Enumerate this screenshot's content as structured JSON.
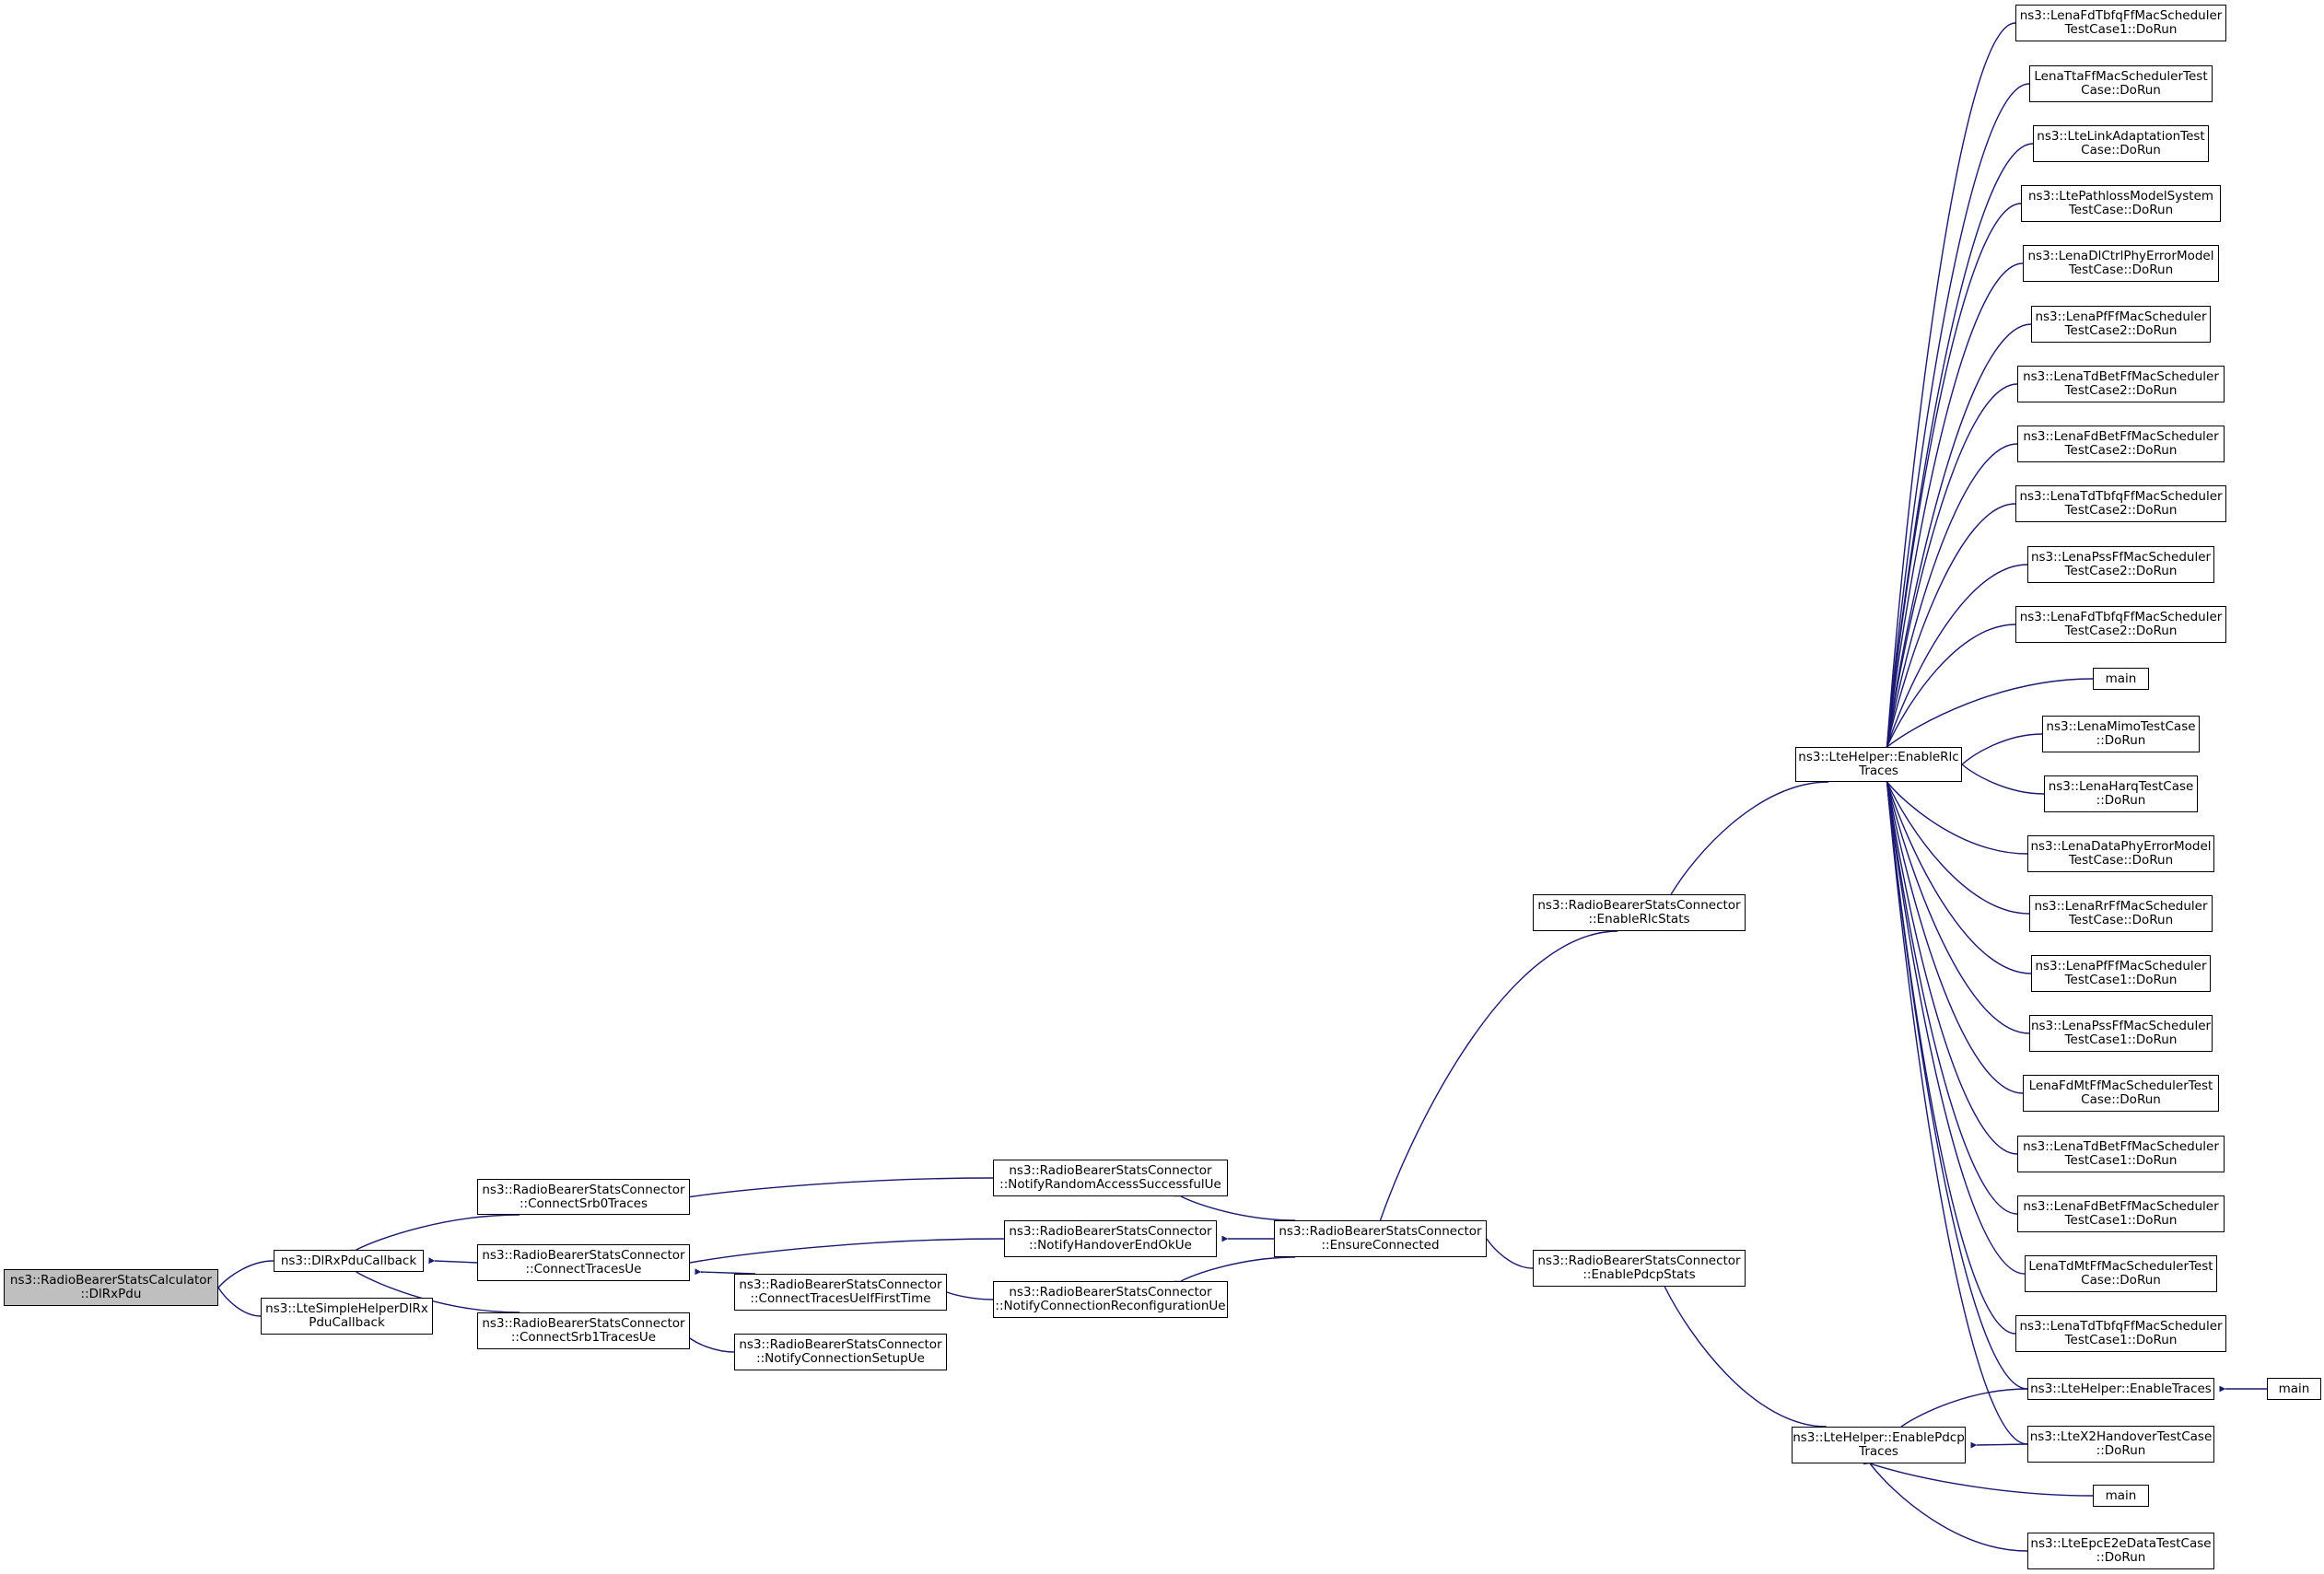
{
  "colors": {
    "edge": "#191970",
    "node_border": "#000000",
    "root_fill": "#bfbfbf",
    "node_fill": "#ffffff"
  },
  "nodes": [
    {
      "id": "root",
      "lines": [
        "ns3::RadioBearerStatsCalculator",
        "::DlRxPdu"
      ]
    },
    {
      "id": "dlrx",
      "lines": [
        "ns3::DlRxPduCallback"
      ]
    },
    {
      "id": "ltesimple",
      "lines": [
        "ns3::LteSimpleHelperDlRx",
        "PduCallback"
      ]
    },
    {
      "id": "srb0",
      "lines": [
        "ns3::RadioBearerStatsConnector",
        "::ConnectSrb0Traces"
      ]
    },
    {
      "id": "tracesue",
      "lines": [
        "ns3::RadioBearerStatsConnector",
        "::ConnectTracesUe"
      ]
    },
    {
      "id": "srb1",
      "lines": [
        "ns3::RadioBearerStatsConnector",
        "::ConnectSrb1TracesUe"
      ]
    },
    {
      "id": "tracesuefirst",
      "lines": [
        "ns3::RadioBearerStatsConnector",
        "::ConnectTracesUeIfFirstTime"
      ]
    },
    {
      "id": "connsetup",
      "lines": [
        "ns3::RadioBearerStatsConnector",
        "::NotifyConnectionSetupUe"
      ]
    },
    {
      "id": "randacc",
      "lines": [
        "ns3::RadioBearerStatsConnector",
        "::NotifyRandomAccessSuccessfulUe"
      ]
    },
    {
      "id": "handover",
      "lines": [
        "ns3::RadioBearerStatsConnector",
        "::NotifyHandoverEndOkUe"
      ]
    },
    {
      "id": "connreconf",
      "lines": [
        "ns3::RadioBearerStatsConnector",
        "::NotifyConnectionReconfigurationUe"
      ]
    },
    {
      "id": "ensure",
      "lines": [
        "ns3::RadioBearerStatsConnector",
        "::EnsureConnected"
      ]
    },
    {
      "id": "enrlcstats",
      "lines": [
        "ns3::RadioBearerStatsConnector",
        "::EnableRlcStats"
      ]
    },
    {
      "id": "enpdcpstats",
      "lines": [
        "ns3::RadioBearerStatsConnector",
        "::EnablePdcpStats"
      ]
    },
    {
      "id": "enrlc",
      "lines": [
        "ns3::LteHelper::EnableRlc",
        "Traces"
      ]
    },
    {
      "id": "enpdcp",
      "lines": [
        "ns3::LteHelper::EnablePdcp",
        "Traces"
      ]
    },
    {
      "id": "t1",
      "lines": [
        "ns3::LenaFdTbfqFfMacScheduler",
        "TestCase1::DoRun"
      ]
    },
    {
      "id": "t2",
      "lines": [
        "LenaTtaFfMacSchedulerTest",
        "Case::DoRun"
      ]
    },
    {
      "id": "t3",
      "lines": [
        "ns3::LteLinkAdaptationTest",
        "Case::DoRun"
      ]
    },
    {
      "id": "t4",
      "lines": [
        "ns3::LtePathlossModelSystem",
        "TestCase::DoRun"
      ]
    },
    {
      "id": "t5",
      "lines": [
        "ns3::LenaDlCtrlPhyErrorModel",
        "TestCase::DoRun"
      ]
    },
    {
      "id": "t6",
      "lines": [
        "ns3::LenaPfFfMacScheduler",
        "TestCase2::DoRun"
      ]
    },
    {
      "id": "t7",
      "lines": [
        "ns3::LenaTdBetFfMacScheduler",
        "TestCase2::DoRun"
      ]
    },
    {
      "id": "t8",
      "lines": [
        "ns3::LenaFdBetFfMacScheduler",
        "TestCase2::DoRun"
      ]
    },
    {
      "id": "t9",
      "lines": [
        "ns3::LenaTdTbfqFfMacScheduler",
        "TestCase2::DoRun"
      ]
    },
    {
      "id": "t10",
      "lines": [
        "ns3::LenaPssFfMacScheduler",
        "TestCase2::DoRun"
      ]
    },
    {
      "id": "t11",
      "lines": [
        "ns3::LenaFdTbfqFfMacScheduler",
        "TestCase2::DoRun"
      ]
    },
    {
      "id": "t12",
      "lines": [
        "main"
      ]
    },
    {
      "id": "t13",
      "lines": [
        "ns3::LenaMimoTestCase",
        "::DoRun"
      ]
    },
    {
      "id": "t14",
      "lines": [
        "ns3::LenaHarqTestCase",
        "::DoRun"
      ]
    },
    {
      "id": "t15",
      "lines": [
        "ns3::LenaDataPhyErrorModel",
        "TestCase::DoRun"
      ]
    },
    {
      "id": "t16",
      "lines": [
        "ns3::LenaRrFfMacScheduler",
        "TestCase::DoRun"
      ]
    },
    {
      "id": "t17",
      "lines": [
        "ns3::LenaPfFfMacScheduler",
        "TestCase1::DoRun"
      ]
    },
    {
      "id": "t18",
      "lines": [
        "ns3::LenaPssFfMacScheduler",
        "TestCase1::DoRun"
      ]
    },
    {
      "id": "t19",
      "lines": [
        "LenaFdMtFfMacSchedulerTest",
        "Case::DoRun"
      ]
    },
    {
      "id": "t20",
      "lines": [
        "ns3::LenaTdBetFfMacScheduler",
        "TestCase1::DoRun"
      ]
    },
    {
      "id": "t21",
      "lines": [
        "ns3::LenaFdBetFfMacScheduler",
        "TestCase1::DoRun"
      ]
    },
    {
      "id": "t22",
      "lines": [
        "LenaTdMtFfMacSchedulerTest",
        "Case::DoRun"
      ]
    },
    {
      "id": "t23",
      "lines": [
        "ns3::LenaTdTbfqFfMacScheduler",
        "TestCase1::DoRun"
      ]
    },
    {
      "id": "entraces",
      "lines": [
        "ns3::LteHelper::EnableTraces"
      ]
    },
    {
      "id": "x2ho",
      "lines": [
        "ns3::LteX2HandoverTestCase",
        "::DoRun"
      ]
    },
    {
      "id": "main2",
      "lines": [
        "main"
      ]
    },
    {
      "id": "epc",
      "lines": [
        "ns3::LteEpcE2eDataTestCase",
        "::DoRun"
      ]
    },
    {
      "id": "main3",
      "lines": [
        "main"
      ]
    }
  ]
}
